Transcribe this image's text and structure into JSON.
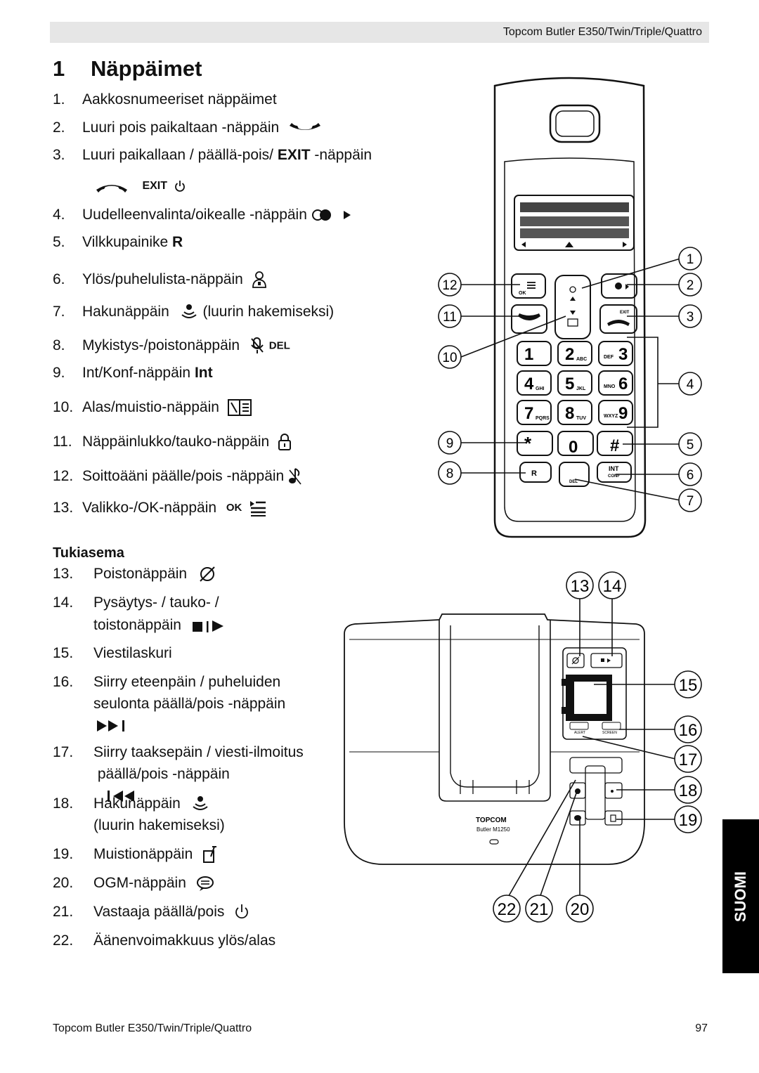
{
  "header": {
    "title": "Topcom Butler E350/Twin/Triple/Quattro"
  },
  "section": {
    "number": "1",
    "title": "Näppäimet"
  },
  "handset_keys": [
    {
      "n": "1.",
      "label": "Aakkosnumeeriset näppäimet"
    },
    {
      "n": "2.",
      "label": "Luuri pois paikaltaan -näppäin"
    },
    {
      "n": "3.",
      "label": "Luuri paikallaan / päällä-pois/ ",
      "bold": "EXIT",
      "suffix": " -näppäin"
    },
    {
      "n": "4.",
      "label": "Uudelleenvalinta/oikealle -näppäin"
    },
    {
      "n": "5.",
      "label": "Vilkkupainike ",
      "bold": "R"
    },
    {
      "n": "6.",
      "label": "Ylös/puhelulista-näppäin"
    },
    {
      "n": "7.",
      "label": "Hakunäppäin",
      "suffix": " (luurin hakemiseksi)"
    },
    {
      "n": "8.",
      "label": "Mykistys-/poistonäppäin"
    },
    {
      "n": "9.",
      "label": "Int/Konf-näppäin ",
      "bold": "Int"
    },
    {
      "n": "10.",
      "label": "Alas/muistio-näppäin"
    },
    {
      "n": "11.",
      "label": "Näppäinlukko/tauko-näppäin"
    },
    {
      "n": "12.",
      "label": "Soittoääni päälle/pois -näppäin"
    },
    {
      "n": "13.",
      "label": "Valikko-/OK-näppäin"
    }
  ],
  "exit_symbol_text": "EXIT",
  "del_symbol_text": "DEL",
  "ok_symbol_text": "OK",
  "base_heading": "Tukiasema",
  "base_keys": [
    {
      "n": "13.",
      "lines": [
        "Poistonäppäin"
      ]
    },
    {
      "n": "14.",
      "lines": [
        "Pysäytys- / tauko- /",
        "toistonäppäin"
      ]
    },
    {
      "n": "15.",
      "lines": [
        "Viestilaskuri"
      ]
    },
    {
      "n": "16.",
      "lines": [
        "Siirry eteenpäin / puheluiden",
        "seulonta päällä/pois -näppäin"
      ]
    },
    {
      "n": "17.",
      "lines": [
        "Siirry taaksepäin / viesti-ilmoitus",
        " päällä/pois -näppäin"
      ]
    },
    {
      "n": "18.",
      "lines": [
        "Hakunäppäin",
        "(luurin hakemiseksi)"
      ]
    },
    {
      "n": "19.",
      "lines": [
        "Muistionäppäin"
      ]
    },
    {
      "n": "20.",
      "lines": [
        "OGM-näppäin"
      ]
    },
    {
      "n": "21.",
      "lines": [
        "Vastaaja päällä/pois"
      ]
    },
    {
      "n": "22.",
      "lines": [
        "Äänenvoimakkuus ylös/alas"
      ]
    }
  ],
  "handset_diagram": {
    "keypad": [
      {
        "digit": "1",
        "letters": ""
      },
      {
        "digit": "2",
        "letters": "ABC"
      },
      {
        "digit": "3",
        "letters": "DEF",
        "prefix": true
      },
      {
        "digit": "4",
        "letters": "GHI"
      },
      {
        "digit": "5",
        "letters": "JKL"
      },
      {
        "digit": "6",
        "letters": "MNO",
        "prefix": true
      },
      {
        "digit": "7",
        "letters": "PQRS"
      },
      {
        "digit": "8",
        "letters": "TUV"
      },
      {
        "digit": "9",
        "letters": "WXYZ",
        "prefix": true
      }
    ],
    "key_r": "R",
    "key_del": "DEL",
    "key_int": "INT",
    "key_conf": "CONF",
    "key_exit": "EXIT",
    "key_ok": "OK",
    "key_zero": "0",
    "callouts_left": [
      "12",
      "11",
      "10",
      "9",
      "8"
    ],
    "callouts_right": [
      "1",
      "2",
      "3",
      "4",
      "5",
      "6",
      "7"
    ]
  },
  "base_diagram": {
    "brand": "TOPCOM",
    "model": "Butler M1250",
    "alert_label": "ALERT",
    "screen_label": "SCREEN",
    "callouts_top": [
      "13",
      "14"
    ],
    "callouts_right": [
      "15",
      "16",
      "17",
      "18",
      "19"
    ],
    "callouts_bottom": [
      "22",
      "21",
      "20"
    ]
  },
  "side_tab": "SUOMI",
  "footer": {
    "left": "Topcom Butler E350/Twin/Triple/Quattro",
    "page": "97"
  }
}
